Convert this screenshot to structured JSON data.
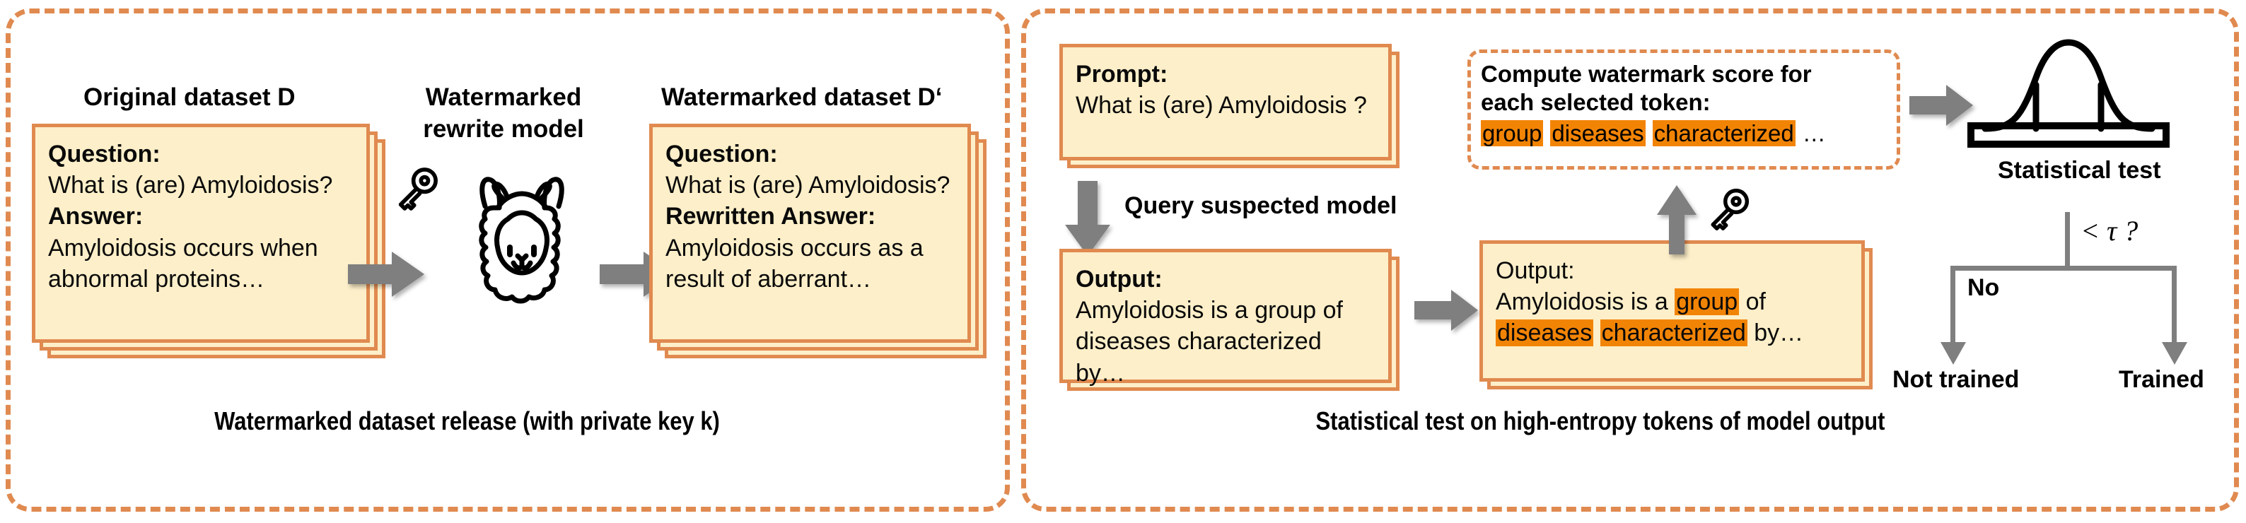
{
  "panels": {
    "left": {
      "caption": "Watermarked dataset release (with private key k)",
      "original_title": "Original dataset D",
      "original_card": {
        "q_label": "Question:",
        "q_text": "What is (are) Amyloidosis?",
        "a_label": "Answer:",
        "a_text_line1": "Amyloidosis occurs when",
        "a_text_line2": "abnormal proteins…"
      },
      "model_title_line1": "Watermarked",
      "model_title_line2": "rewrite model",
      "model_icon": "llama-icon",
      "key_icon": "key-icon",
      "watermarked_title": "Watermarked dataset D‘",
      "watermarked_card": {
        "q_label": "Question:",
        "q_text": "What is (are) Amyloidosis?",
        "a_label": "Rewritten Answer:",
        "a_text_line1": "Amyloidosis occurs as a",
        "a_text_line2": "result of aberrant…"
      }
    },
    "right": {
      "caption": "Statistical test on high-entropy tokens of model output",
      "prompt_card": {
        "label": "Prompt:",
        "text": "What is (are) Amyloidosis ?"
      },
      "query_label": "Query suspected model",
      "output_card": {
        "label": "Output:",
        "line1": "Amyloidosis is a group of",
        "line2": "diseases characterized by…"
      },
      "highlighted_output_card": {
        "label": "Output:",
        "line1_pre": "Amyloidosis is a ",
        "line1_hl": "group",
        "line1_post": " of",
        "line2_hl1": "diseases",
        "line2_hl2": "characterized",
        "line2_post": " by…"
      },
      "compute_box": {
        "heading_line1": "Compute watermark score for",
        "heading_line2": "each selected token:",
        "tokens": [
          "group",
          "diseases",
          "characterized"
        ],
        "ellipsis": "…"
      },
      "stat_test_label": "Statistical test",
      "threshold_label": "< τ ?",
      "no_label": "No",
      "not_trained_label": "Not trained",
      "trained_label": "Trained",
      "curve_icon": "gaussian-curve-icon",
      "key_icon": "key-icon"
    }
  },
  "colors": {
    "panel_border": "#E08A50",
    "card_fill": "#FDEFC9",
    "card_border": "#E08A50",
    "highlight": "#F28405",
    "arrow": "#7F7F7F"
  }
}
